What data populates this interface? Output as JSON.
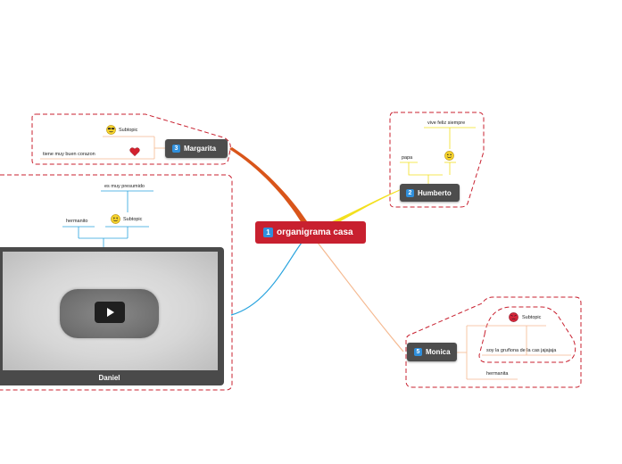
{
  "root": {
    "number": "1",
    "label": "organigrama casa"
  },
  "nodes": {
    "humberto": {
      "number": "2",
      "label": "Humberto"
    },
    "margarita": {
      "number": "3",
      "label": "Margarita"
    },
    "monica": {
      "number": "5",
      "label": "Monica"
    },
    "daniel": {
      "label": "Daniel"
    }
  },
  "humberto_children": {
    "vive": "vive  feliz siempre",
    "papa": "papa"
  },
  "margarita_children": {
    "subtopic": "Subtopic",
    "corazon": "tiene muy buen corazon"
  },
  "daniel_children": {
    "presumido": "es muy presumido",
    "hermanito": "hermanito",
    "subtopic": "Subtopic"
  },
  "monica_children": {
    "subtopic": "Subtopic",
    "grunona": "soy la gruñona de la cas jajajaja",
    "hermanita": "hermanita"
  },
  "icons": {
    "margarita_sub": "sunglasses-smiley-icon",
    "margarita_heart": "heart-icon",
    "humberto_smiley": "smiley-icon",
    "daniel_smiley": "smiley-icon",
    "monica_sub": "angry-face-icon",
    "video": "play-icon"
  },
  "colors": {
    "root": "#c8202f",
    "node": "#4d4d4d",
    "badge": "#2f8fdc",
    "boundary": "#c8202f",
    "branch_humberto": "#f3e01e",
    "branch_margarita": "#d9551a",
    "branch_daniel": "#27a3de",
    "branch_monica": "#f5b990"
  }
}
